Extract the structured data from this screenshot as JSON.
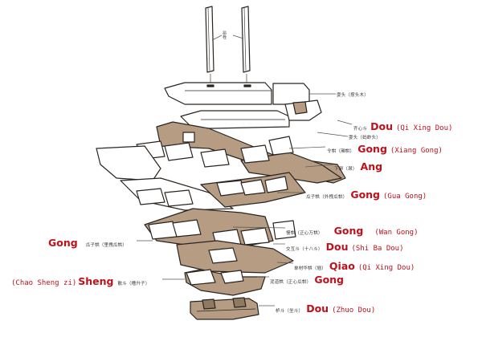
{
  "diagram": {
    "subject": "Dougong bracket set exploded view",
    "colors": {
      "wood": "#b59c82",
      "outline": "#2a2420",
      "label_red": "#c0101a",
      "leader": "#555555"
    },
    "top_label": {
      "cn": "昂栓"
    },
    "labels": [
      {
        "id": "shuatou",
        "cn": "耍头（撑头木）",
        "main": "",
        "sub": ""
      },
      {
        "id": "qixindou",
        "cn": "齐心斗",
        "main": "Dou",
        "sub": "(Qi Xing Dou)"
      },
      {
        "id": "mantou",
        "cn": "耍头（蚂蚱头）",
        "main": "",
        "sub": ""
      },
      {
        "id": "linggong",
        "cn": "令栱（厢栱）",
        "main": "Gong",
        "sub": "(Xiang Gong)"
      },
      {
        "id": "xiaang",
        "cn": "下昂（昂）",
        "main": "Ang",
        "sub": ""
      },
      {
        "id": "guazigong_out",
        "cn": "瓜子栱（外拽瓜栱）",
        "main": "Gong",
        "sub": "(Gua Gong)"
      },
      {
        "id": "mangong",
        "cn": "慢栱（正心万栱）",
        "main": "Gong",
        "sub": "(Wan Gong)"
      },
      {
        "id": "jiaohudou",
        "cn": "交互斗（十八斗）",
        "main": "Dou",
        "sub": "(Shi Ba Dou)"
      },
      {
        "id": "huagong",
        "cn": "单材华栱（翘）",
        "main": "Qiao",
        "sub": "(Qi Xing Dou)"
      },
      {
        "id": "nidaogong",
        "cn": "泥道栱（正心瓜栱）",
        "main": "Gong",
        "sub": ""
      },
      {
        "id": "ludou",
        "cn": "栌斗（坐斗）",
        "main": "Dou",
        "sub": "(Zhuo Dou)"
      }
    ],
    "left_labels": [
      {
        "id": "guazigong_in",
        "cn": "瓜子栱（里拽瓜栱）",
        "main": "Gong",
        "sub": ""
      },
      {
        "id": "sandou",
        "cn": "散斗（槽升子）",
        "main": "Sheng",
        "sub": "(Chao Sheng zi)"
      }
    ]
  }
}
